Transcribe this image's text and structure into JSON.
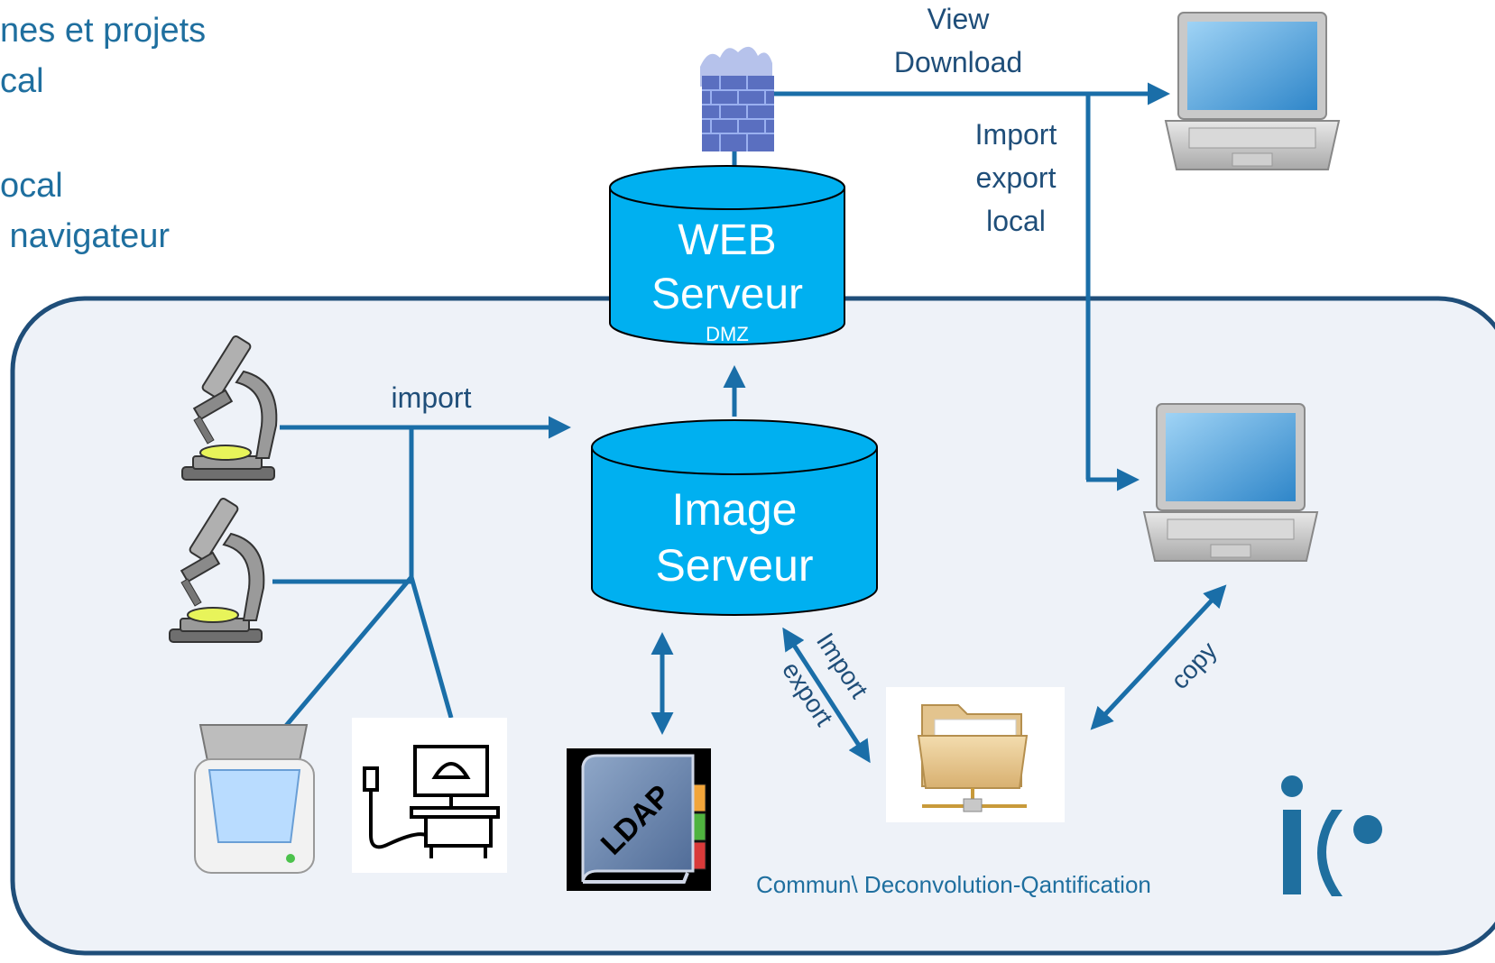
{
  "side_text": {
    "line1": "nes et projets",
    "line2": "cal",
    "line3": "ocal",
    "line4": " navigateur"
  },
  "web_server": {
    "line1": "WEB",
    "line2": "Serveur",
    "tag": "DMZ"
  },
  "image_server": {
    "line1": "Image",
    "line2": "Serveur"
  },
  "labels": {
    "view": "View",
    "download": "Download",
    "import_local_1": "Import",
    "import_local_2": "export",
    "import_local_3": "local",
    "import": "import",
    "import_diag": "Import",
    "export_diag": "export",
    "copy": "copy",
    "share_path": "Commun\\ Deconvolution-Qantification"
  },
  "ldap_label": "LDAP",
  "colors": {
    "line": "#1a6ea8",
    "server_fill": "#00b0f0",
    "server_stroke": "#000000",
    "network_border": "#1f4e79",
    "network_fill": "#eef2f8",
    "logo": "#1f6f9f"
  },
  "icons": [
    "firewall-icon",
    "laptop-icon",
    "microscope-icon",
    "scanner-icon",
    "ultrasound-icon",
    "ldap-book-icon",
    "network-folder-icon",
    "logo-icon"
  ]
}
